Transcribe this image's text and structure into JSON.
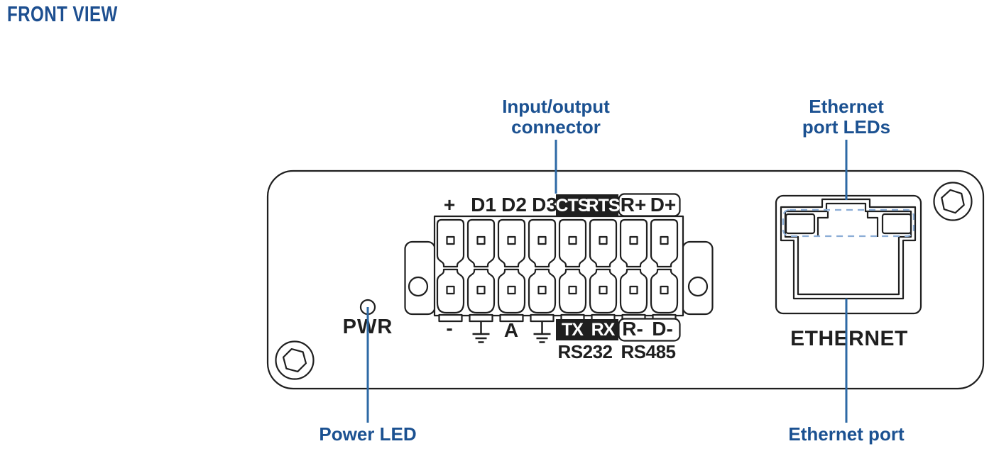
{
  "title": "FRONT VIEW",
  "colors": {
    "heading_blue": "#1d4f90",
    "callout_text_blue": "#1b5191",
    "callout_line_blue": "#2d69a5",
    "led_dash_blue": "#8badd6",
    "drawing_black": "#1f1f1f"
  },
  "callouts": {
    "io_connector": {
      "line1": "Input/output",
      "line2": "connector"
    },
    "ethernet_port_leds": {
      "line1": "Ethernet",
      "line2": "port LEDs"
    },
    "power_led": {
      "label": "Power LED"
    },
    "ethernet_port": {
      "label": "Ethernet port"
    }
  },
  "panel": {
    "pwr_label": "PWR",
    "ethernet_label": "ETHERNET",
    "io_connector": {
      "top_row": [
        "+",
        "D1",
        "D2",
        "D3",
        "CTS",
        "RTS",
        "R+",
        "D+"
      ],
      "bottom_row": [
        "-",
        "⏚",
        "A",
        "⏚",
        "TX",
        "RX",
        "R-",
        "D-"
      ],
      "serial_groups": [
        "RS232",
        "RS485"
      ]
    }
  }
}
